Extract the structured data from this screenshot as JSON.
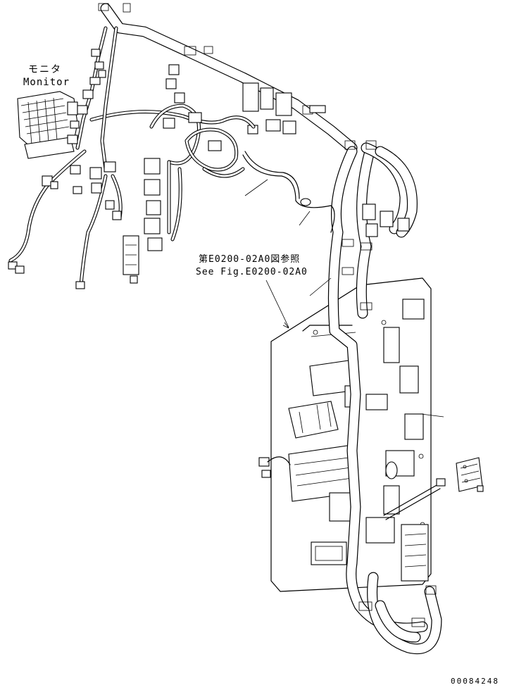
{
  "labels": {
    "monitor_jp": "モニタ",
    "monitor_en": "Monitor",
    "reference_jp": "第E0200-02A0図参照",
    "reference_en": "See Fig.E0200-02A0",
    "drawing_number": "00084248"
  }
}
